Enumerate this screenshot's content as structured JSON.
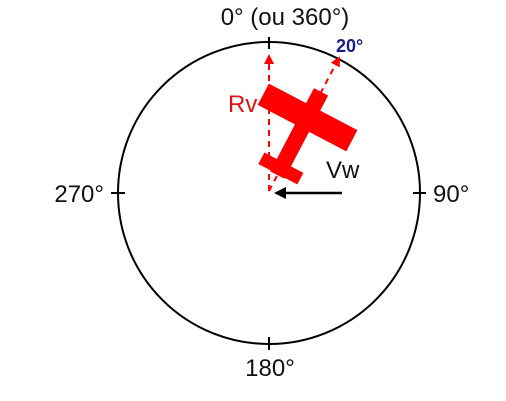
{
  "labels": {
    "north": "0° (ou 360°)",
    "east": "90°",
    "south": "180°",
    "west": "270°",
    "heading": "20°",
    "rv": "Rv",
    "vw": "Vw"
  },
  "colors": {
    "circle": "#000000",
    "aircraft": "#ff0000",
    "heading_label": "#1a1a8c",
    "rv_label": "#e01414",
    "wind_arrow": "#000000"
  }
}
